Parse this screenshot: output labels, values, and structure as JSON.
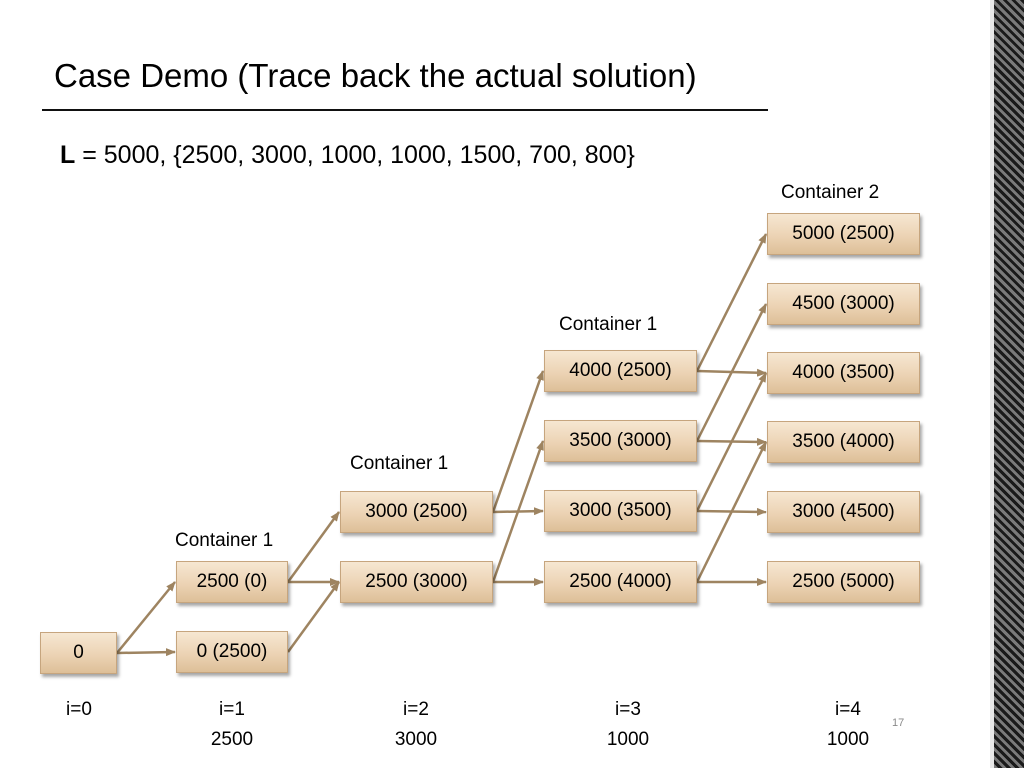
{
  "slide": {
    "title": "Case Demo (Trace back the actual solution)",
    "problem_bold": "L",
    "problem_rest": " = 5000, {2500, 3000, 1000, 1000, 1500, 700, 800}",
    "page_number": "17"
  },
  "diagram": {
    "container_labels": [
      "Container 1",
      "Container 1",
      "Container 1",
      "Container 2"
    ],
    "stages": [
      {
        "index": "i=0",
        "value": ""
      },
      {
        "index": "i=1",
        "value": "2500"
      },
      {
        "index": "i=2",
        "value": "3000"
      },
      {
        "index": "i=3",
        "value": "1000"
      },
      {
        "index": "i=4",
        "value": "1000"
      }
    ],
    "nodes": {
      "s0_0": "0",
      "s1_2500": "2500 (0)",
      "s1_0": "0 (2500)",
      "s2_3000": "3000 (2500)",
      "s2_2500": "2500 (3000)",
      "s3_4000": "4000 (2500)",
      "s3_3500": "3500 (3000)",
      "s3_3000": "3000 (3500)",
      "s3_2500": "2500 (4000)",
      "s4_5000": "5000 (2500)",
      "s4_4500": "4500 (3000)",
      "s4_4000": "4000 (3500)",
      "s4_3500": "3500 (4000)",
      "s4_3000": "3000 (4500)",
      "s4_2500": "2500 (5000)"
    },
    "edges": [
      [
        "s0_0",
        "s1_2500"
      ],
      [
        "s0_0",
        "s1_0"
      ],
      [
        "s1_2500",
        "s2_3000"
      ],
      [
        "s1_2500",
        "s2_2500"
      ],
      [
        "s1_0",
        "s2_2500"
      ],
      [
        "s2_3000",
        "s3_4000"
      ],
      [
        "s2_3000",
        "s3_3000"
      ],
      [
        "s2_2500",
        "s3_3500"
      ],
      [
        "s2_2500",
        "s3_2500"
      ],
      [
        "s3_4000",
        "s4_5000"
      ],
      [
        "s3_4000",
        "s4_4000"
      ],
      [
        "s3_3500",
        "s4_4500"
      ],
      [
        "s3_3500",
        "s4_3500"
      ],
      [
        "s3_3000",
        "s4_4000"
      ],
      [
        "s3_3000",
        "s4_3000"
      ],
      [
        "s3_2500",
        "s4_3500"
      ],
      [
        "s3_2500",
        "s4_2500"
      ]
    ],
    "colors": {
      "edge": "#9e8461",
      "node_fill": "#ecd3b4",
      "node_border": "#c6a57e"
    }
  }
}
